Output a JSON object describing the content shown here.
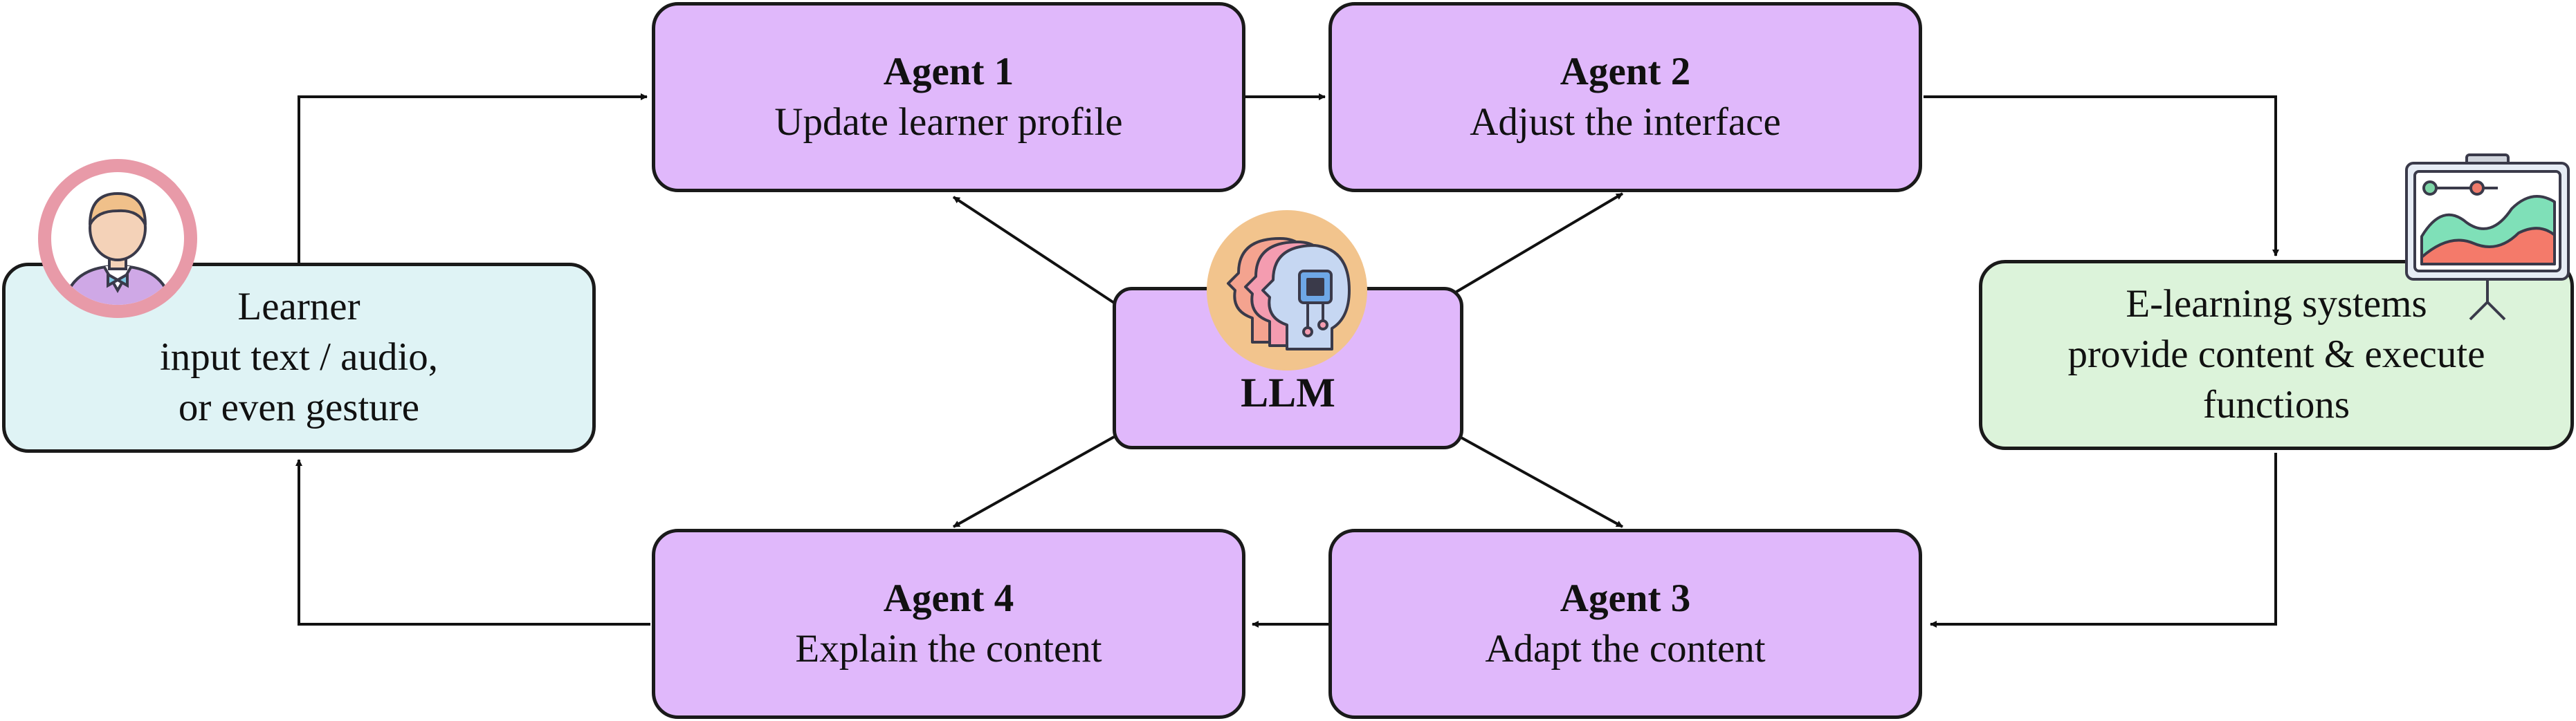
{
  "learner": {
    "name": "Learner",
    "line2": "input text / audio,",
    "line3": "or even gesture"
  },
  "agents": [
    {
      "title": "Agent 1",
      "desc": "Update learner profile"
    },
    {
      "title": "Agent 2",
      "desc": "Adjust the interface"
    },
    {
      "title": "Agent 3",
      "desc": "Adapt the content"
    },
    {
      "title": "Agent 4",
      "desc": "Explain the content"
    }
  ],
  "llm": {
    "label": "LLM"
  },
  "elearning": {
    "line1": "E-learning systems",
    "line2": "provide content & execute",
    "line3": "functions"
  },
  "colors": {
    "agent": "#e0b8fb",
    "learner": "#dff3f5",
    "elearning": "#dcf3da",
    "stroke": "#1a1a1a"
  },
  "icons": {
    "learner": "person-avatar-icon",
    "llm": "ai-head-chip-icon",
    "elearning": "presentation-board-chart-icon"
  }
}
